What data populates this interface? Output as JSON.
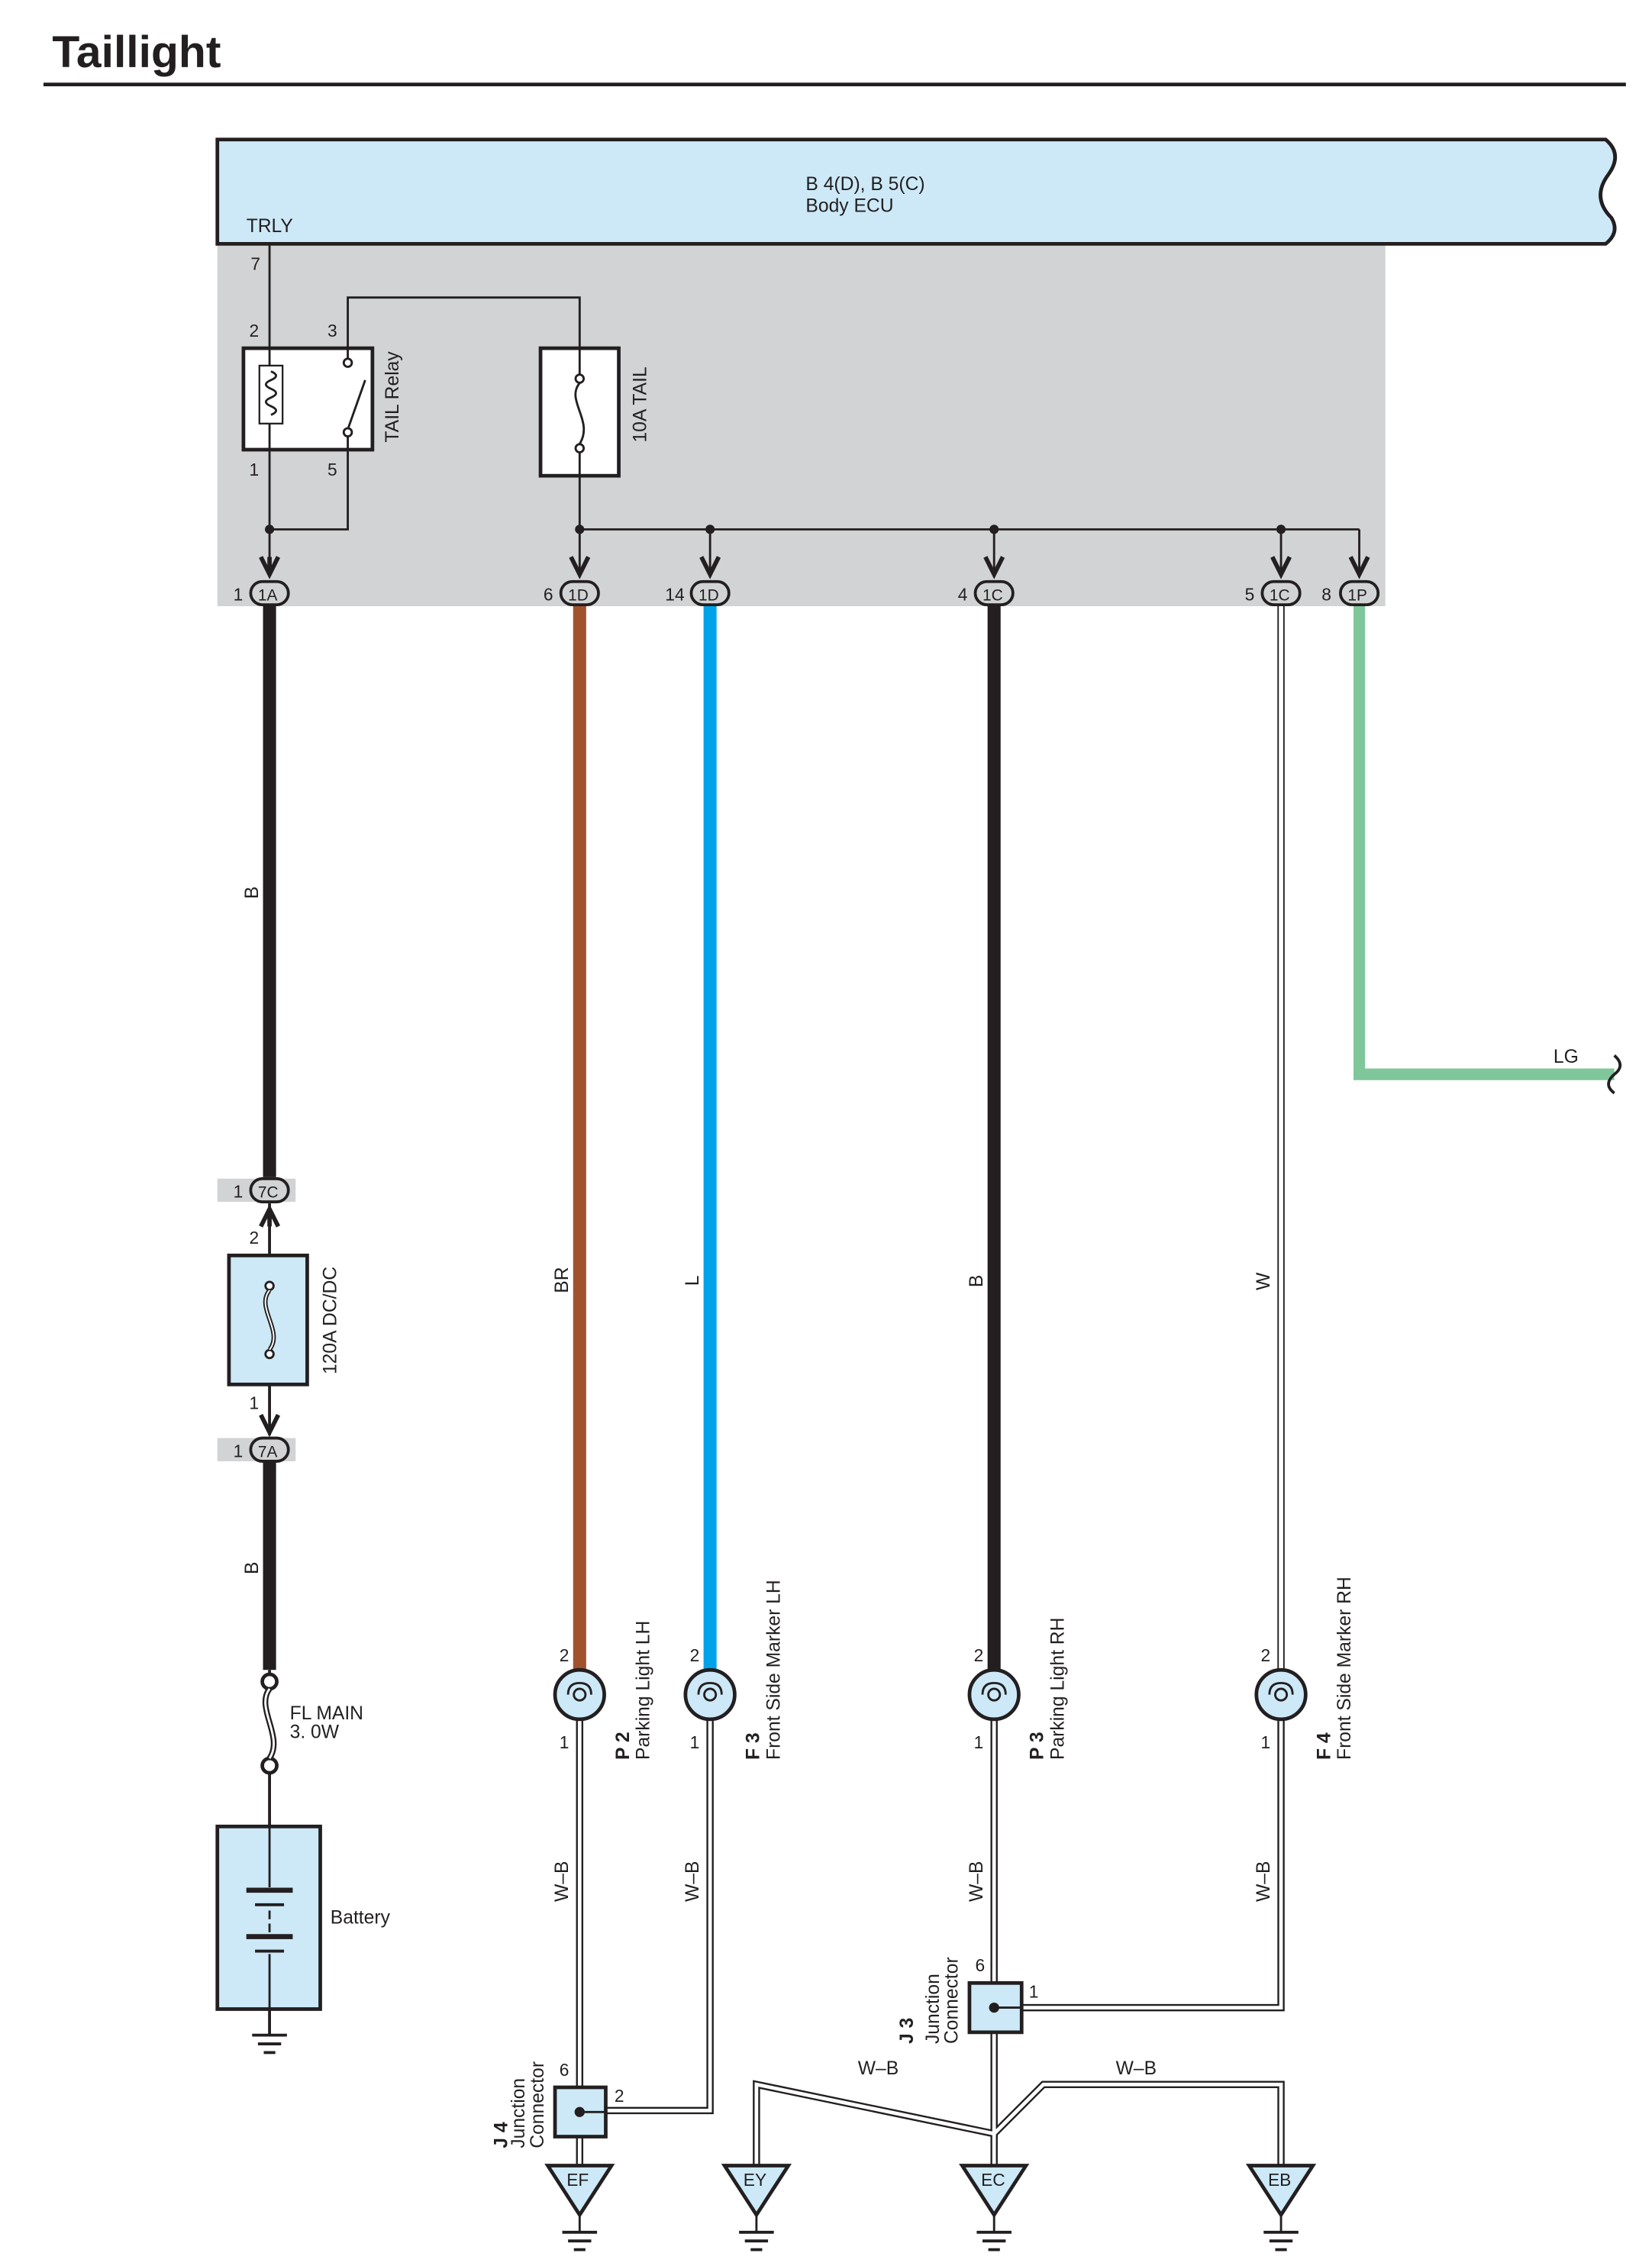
{
  "title": "Taillight",
  "ecu": {
    "codes": "B 4(D), B 5(C)",
    "name": "Body ECU",
    "trly_label": "TRLY",
    "trly_pin": "7"
  },
  "relay": {
    "name": "TAIL Relay",
    "pin_coil_top": "2",
    "pin_switch_top": "3",
    "pin_coil_bottom": "1",
    "pin_switch_bottom": "5"
  },
  "fuse_tail": {
    "label": "10A TAIL"
  },
  "ecu_connectors": [
    {
      "pin": "1",
      "code": "1A"
    },
    {
      "pin": "6",
      "code": "1D"
    },
    {
      "pin": "14",
      "code": "1D"
    },
    {
      "pin": "4",
      "code": "1C"
    },
    {
      "pin": "5",
      "code": "1C"
    },
    {
      "pin": "8",
      "code": "1P"
    }
  ],
  "wires": {
    "battery_upper": "B",
    "battery_lower": "B",
    "parking_lh": "BR",
    "side_marker_lh": "L",
    "parking_rh": "B",
    "side_marker_rh": "W",
    "lg_out": "LG",
    "ground_1": "W–B",
    "ground_2": "W–B",
    "ground_3": "W–B",
    "ground_4": "W–B",
    "ground_5": "W–B",
    "ground_6": "W–B"
  },
  "dcdc_fuse": {
    "label": "120A DC/DC",
    "conn_top": {
      "pin": "1",
      "code": "7C"
    },
    "conn_bottom": {
      "pin": "1",
      "code": "7A"
    },
    "pin_top": "2",
    "pin_bottom": "1"
  },
  "fl_main": {
    "line1": "FL MAIN",
    "line2": "3. 0W"
  },
  "battery": {
    "label": "Battery"
  },
  "lamps": [
    {
      "code": "P 2",
      "name": "Parking Light LH",
      "pin_top": "2",
      "pin_bottom": "1"
    },
    {
      "code": "F 3",
      "name": "Front Side Marker LH",
      "pin_top": "2",
      "pin_bottom": "1"
    },
    {
      "code": "P 3",
      "name": "Parking Light RH",
      "pin_top": "2",
      "pin_bottom": "1"
    },
    {
      "code": "F 4",
      "name": "Front Side Marker RH",
      "pin_top": "2",
      "pin_bottom": "1"
    }
  ],
  "junction_j4": {
    "code": "J 4",
    "line1": "Junction",
    "line2": "Connector",
    "pin_top": "6",
    "pin_right": "2"
  },
  "junction_j3": {
    "code": "J 3",
    "line1": "Junction",
    "line2": "Connector",
    "pin_top": "6",
    "pin_right": "1"
  },
  "grounds": [
    "EF",
    "EY",
    "EC",
    "EB"
  ],
  "colors": {
    "ecu_fill": "#cde9f7",
    "ecu_area": "#d1d3d4",
    "black_wire": "#231f20",
    "brown_wire": "#a0522d",
    "blue_wire": "#00a3e8",
    "white_wire": "#ffffff",
    "lightgreen_wire": "#7fc79a",
    "component_fill": "#cde9f7"
  }
}
